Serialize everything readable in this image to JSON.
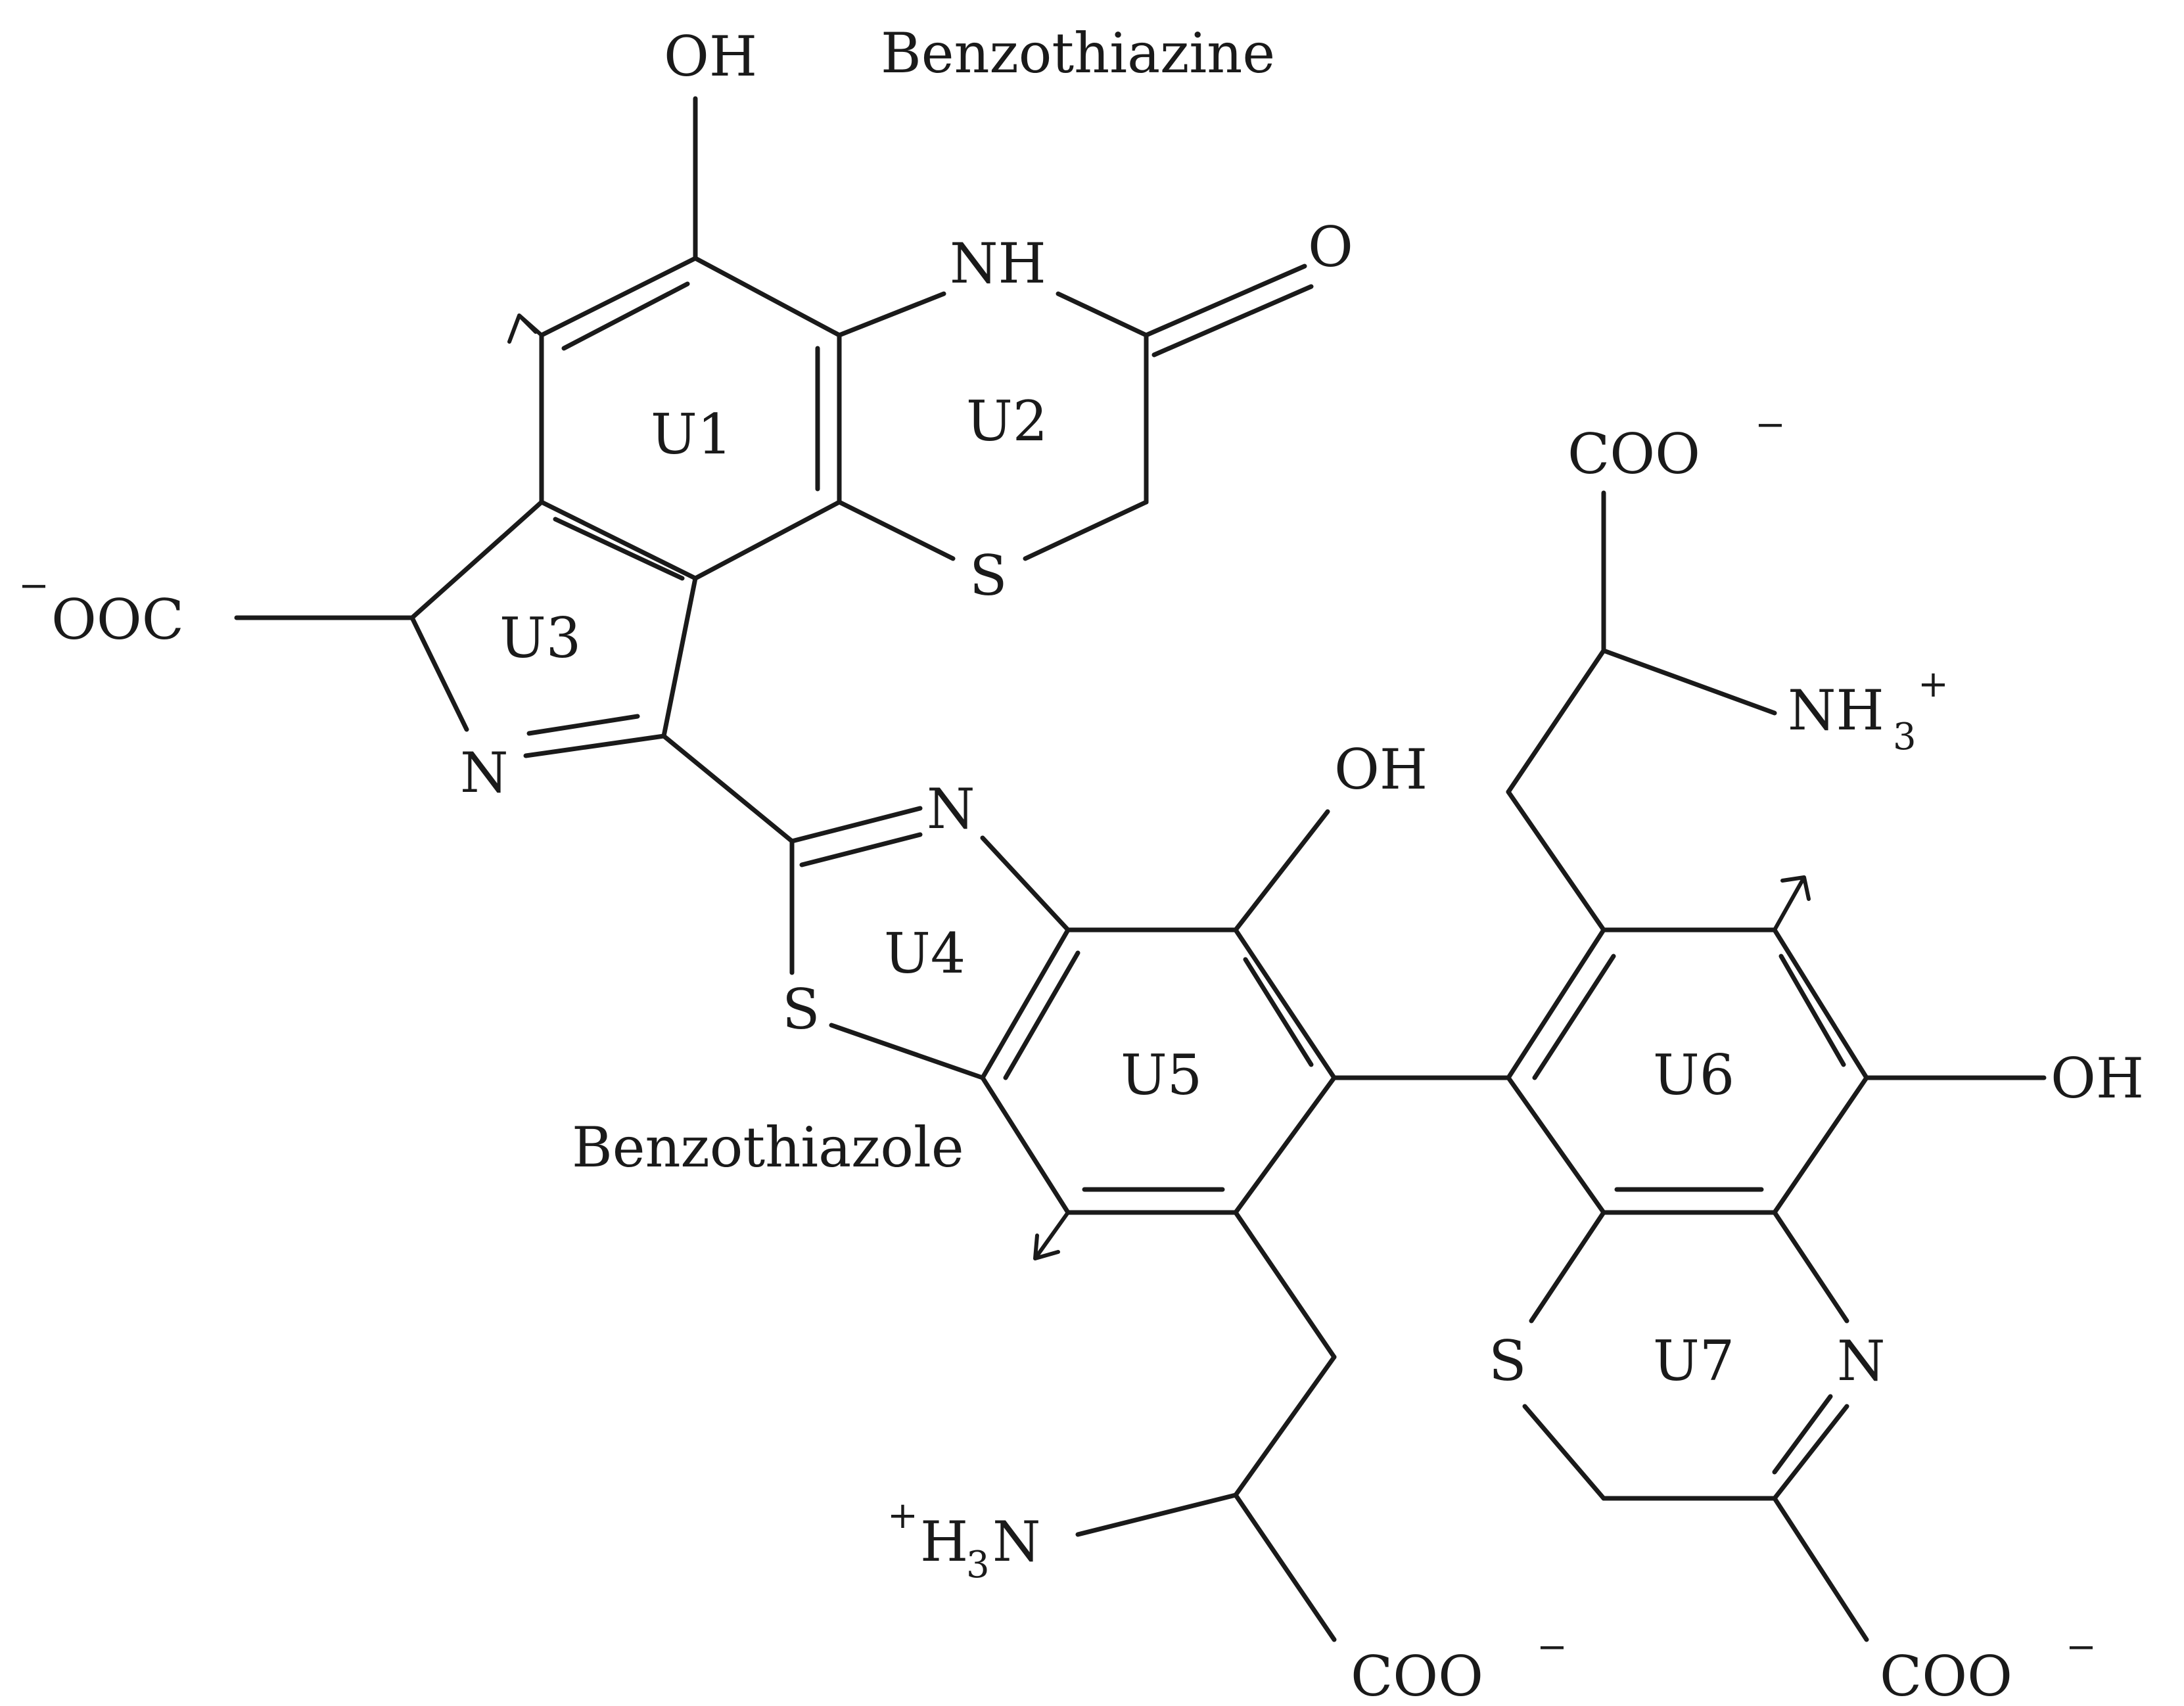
{
  "labels": {
    "benzothiazine": "Benzothiazine",
    "benzothiazole": "Benzothiazole"
  },
  "units": [
    "U1",
    "U2",
    "U3",
    "U4",
    "U5",
    "U6",
    "U7"
  ],
  "atoms": {
    "oh": "OH",
    "nh": "NH",
    "o": "O",
    "s": "S",
    "n": "N",
    "coo": "COO",
    "ooc": "OOC",
    "nh3": "NH",
    "h3n_h": "H",
    "h3n_n": "N",
    "sub3": "3",
    "minus": "−",
    "plus": "+"
  },
  "colors": {
    "ink": "#1a1a1a",
    "background": "#ffffff"
  }
}
